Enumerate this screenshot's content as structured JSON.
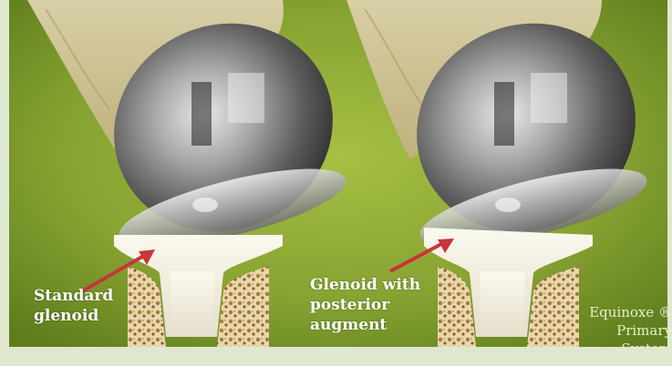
{
  "image": {
    "subject": "shoulder-implant-comparison",
    "background_color": "#7d9a2c",
    "frame_color": "#dfe8cf"
  },
  "labels": {
    "standard": [
      "Standard",
      "glenoid"
    ],
    "augment": [
      "Glenoid with",
      "posterior",
      "augment"
    ]
  },
  "caption": {
    "line1": "Equinoxe ®",
    "line2": "Primary",
    "line3": "System"
  },
  "colors": {
    "arrow": "#c8353a",
    "label_text": "#ffffff",
    "implant_metal": "#9a9a9a",
    "poly_component": "#f4f0e2",
    "bone": "#e6d3a8"
  }
}
